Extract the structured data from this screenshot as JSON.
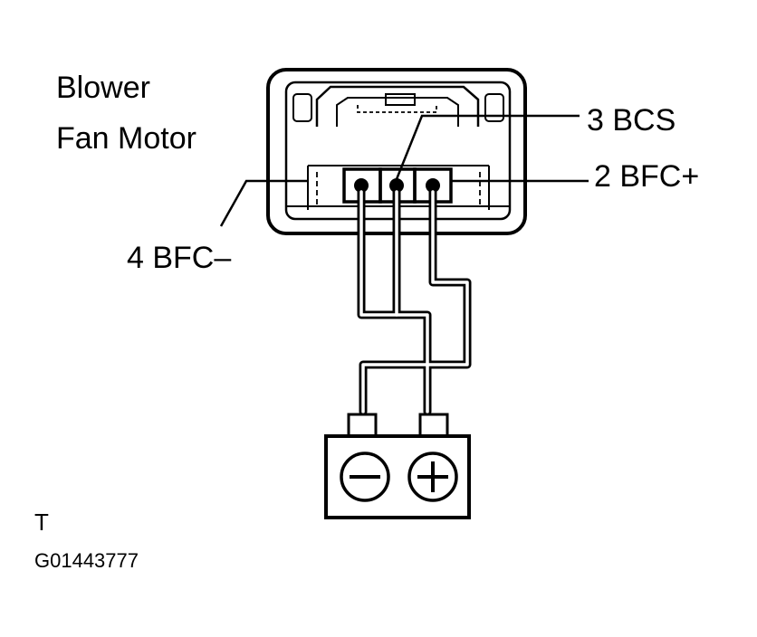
{
  "component": {
    "title_line1": "Blower",
    "title_line2": "Fan Motor"
  },
  "pins": {
    "pin3": "3 BCS",
    "pin2": "2 BFC+",
    "pin4": "4 BFC–"
  },
  "battery": {
    "negative_icon": "minus-terminal-icon",
    "positive_icon": "plus-terminal-icon"
  },
  "footer": {
    "letter": "T",
    "code": "G01443777"
  }
}
